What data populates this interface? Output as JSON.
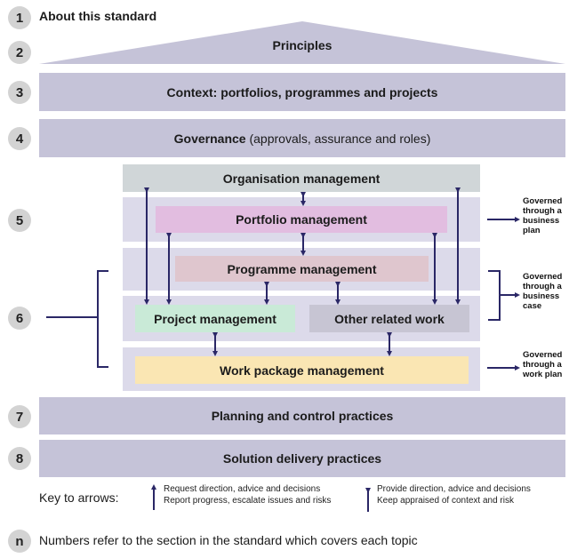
{
  "sections": {
    "n1": "1",
    "n2": "2",
    "n3": "3",
    "n4": "4",
    "n5": "5",
    "n6": "6",
    "n7": "7",
    "n8": "8",
    "nn": "n"
  },
  "bands": {
    "about": "About this standard",
    "principles": "Principles",
    "context": "Context: portfolios, programmes and projects",
    "governance_bold": "Governance",
    "governance_rest": "(approvals, assurance and roles)",
    "planning": "Planning and control practices",
    "solution": "Solution delivery practices"
  },
  "boxes": {
    "organisation": "Organisation management",
    "portfolio": "Portfolio management",
    "programme": "Programme management",
    "project": "Project management",
    "other": "Other related work",
    "workpackage": "Work package management"
  },
  "side_labels": {
    "business_plan": [
      "Governed",
      "through a",
      "business",
      "plan"
    ],
    "business_case": [
      "Governed",
      "through a",
      "business",
      "case"
    ],
    "work_plan": [
      "Governed",
      "through a",
      "work plan"
    ]
  },
  "key": {
    "title": "Key to arrows:",
    "single_line1": "Request direction, advice and decisions",
    "single_line2": "Report progress, escalate issues and risks",
    "double_line1": "Provide direction, advice and decisions",
    "double_line2": "Keep appraised of context and risk"
  },
  "footnote": "Numbers refer to the section in the standard which covers each topic",
  "colors": {
    "band": "#c5c3d8",
    "organisation": "#d0d6d8",
    "portfolio": "#e2bde0",
    "programme": "#dfc6ce",
    "project": "#c9ead7",
    "other": "#c7c5d3",
    "workpackage": "#fae6b3",
    "arrow": "#2a2766"
  }
}
